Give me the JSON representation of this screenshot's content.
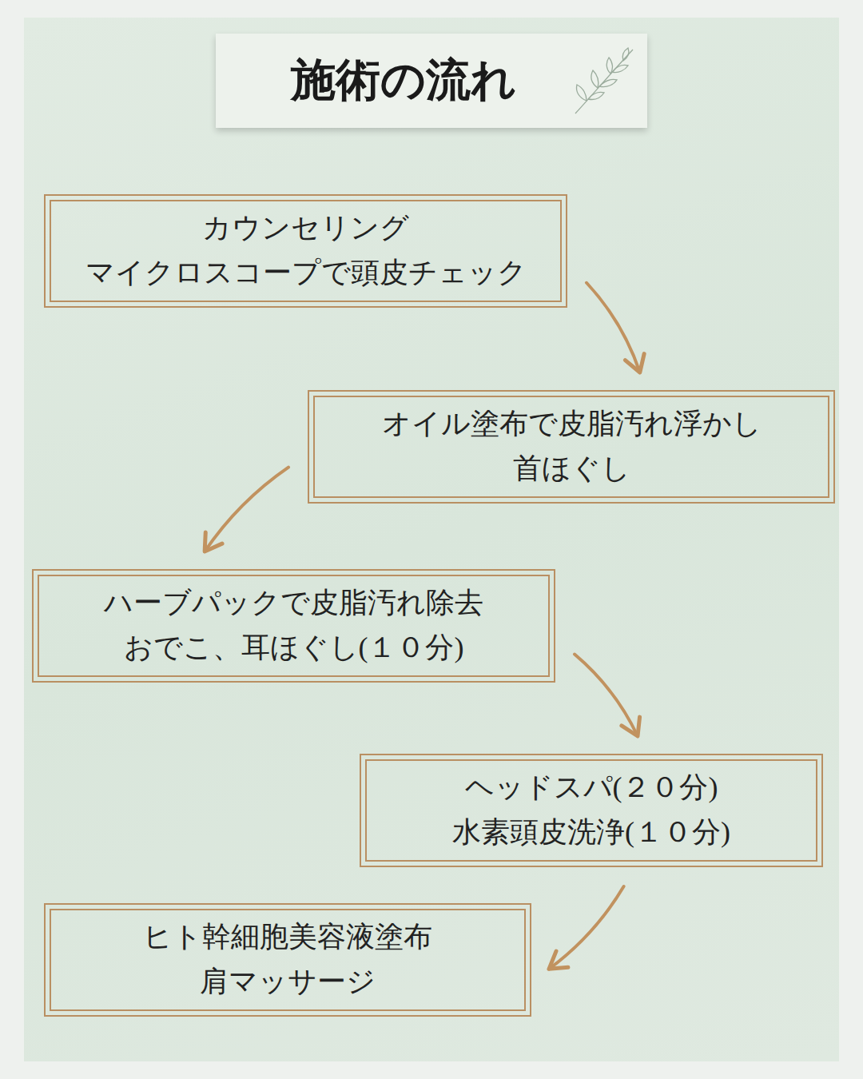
{
  "diagram": {
    "title": "施術の流れ",
    "nodes": [
      {
        "text": [
          "カウンセリング",
          "マイクロスコープで頭皮チェック"
        ]
      },
      {
        "text": [
          "オイル塗布で皮脂汚れ浮かし",
          "首ほぐし"
        ]
      },
      {
        "text": [
          "ハーブパックで皮脂汚れ除去",
          "おでこ、耳ほぐし(１０分)"
        ]
      },
      {
        "text": [
          "ヘッドスパ(２０分)",
          "水素頭皮洗浄(１０分)"
        ]
      },
      {
        "text": [
          "ヒト幹細胞美容液塗布",
          "肩マッサージ"
        ]
      }
    ],
    "edges": [
      {
        "from": 0,
        "to": 1,
        "arrow": "to"
      },
      {
        "from": 1,
        "to": 2,
        "arrow": "to"
      },
      {
        "from": 2,
        "to": 3,
        "arrow": "to"
      },
      {
        "from": 3,
        "to": 4,
        "arrow": "to"
      }
    ]
  }
}
